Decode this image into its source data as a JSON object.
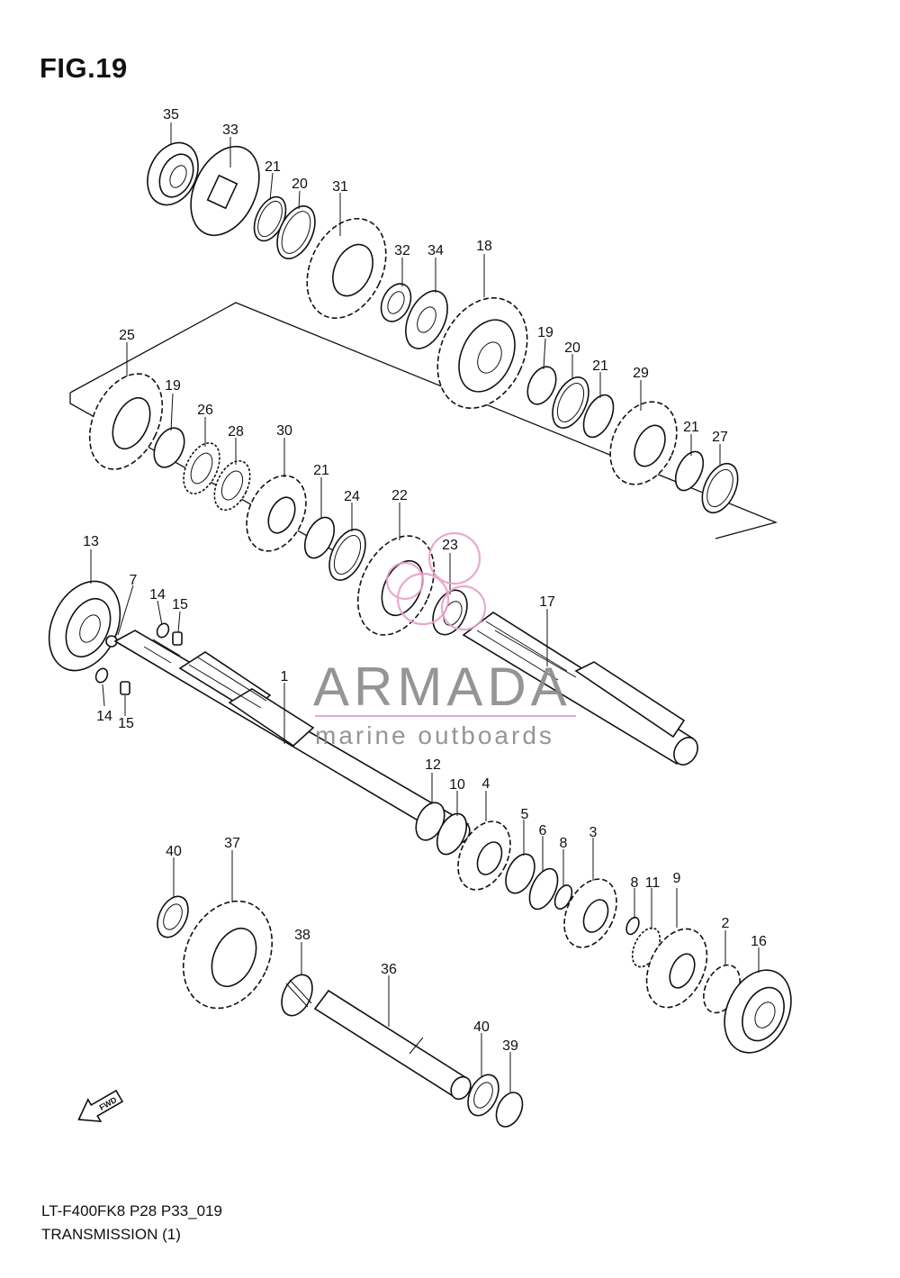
{
  "figure": {
    "title": "FIG.19",
    "code": "LT-F400FK8 P28 P33_019",
    "name": "TRANSMISSION (1)",
    "fwd_label": "FWD"
  },
  "watermark": {
    "brand": "ARMADA",
    "tagline": "marine outboards",
    "color": "#e8a0c8"
  },
  "callouts": [
    "35",
    "33",
    "21",
    "20",
    "31",
    "32",
    "34",
    "18",
    "25",
    "19",
    "26",
    "28",
    "30",
    "21",
    "24",
    "22",
    "19",
    "20",
    "21",
    "29",
    "21",
    "27",
    "13",
    "7",
    "14",
    "15",
    "14",
    "15",
    "23",
    "17",
    "1",
    "12",
    "10",
    "4",
    "5",
    "6",
    "8",
    "3",
    "8",
    "11",
    "9",
    "2",
    "16",
    "40",
    "37",
    "38",
    "36",
    "40",
    "39"
  ]
}
